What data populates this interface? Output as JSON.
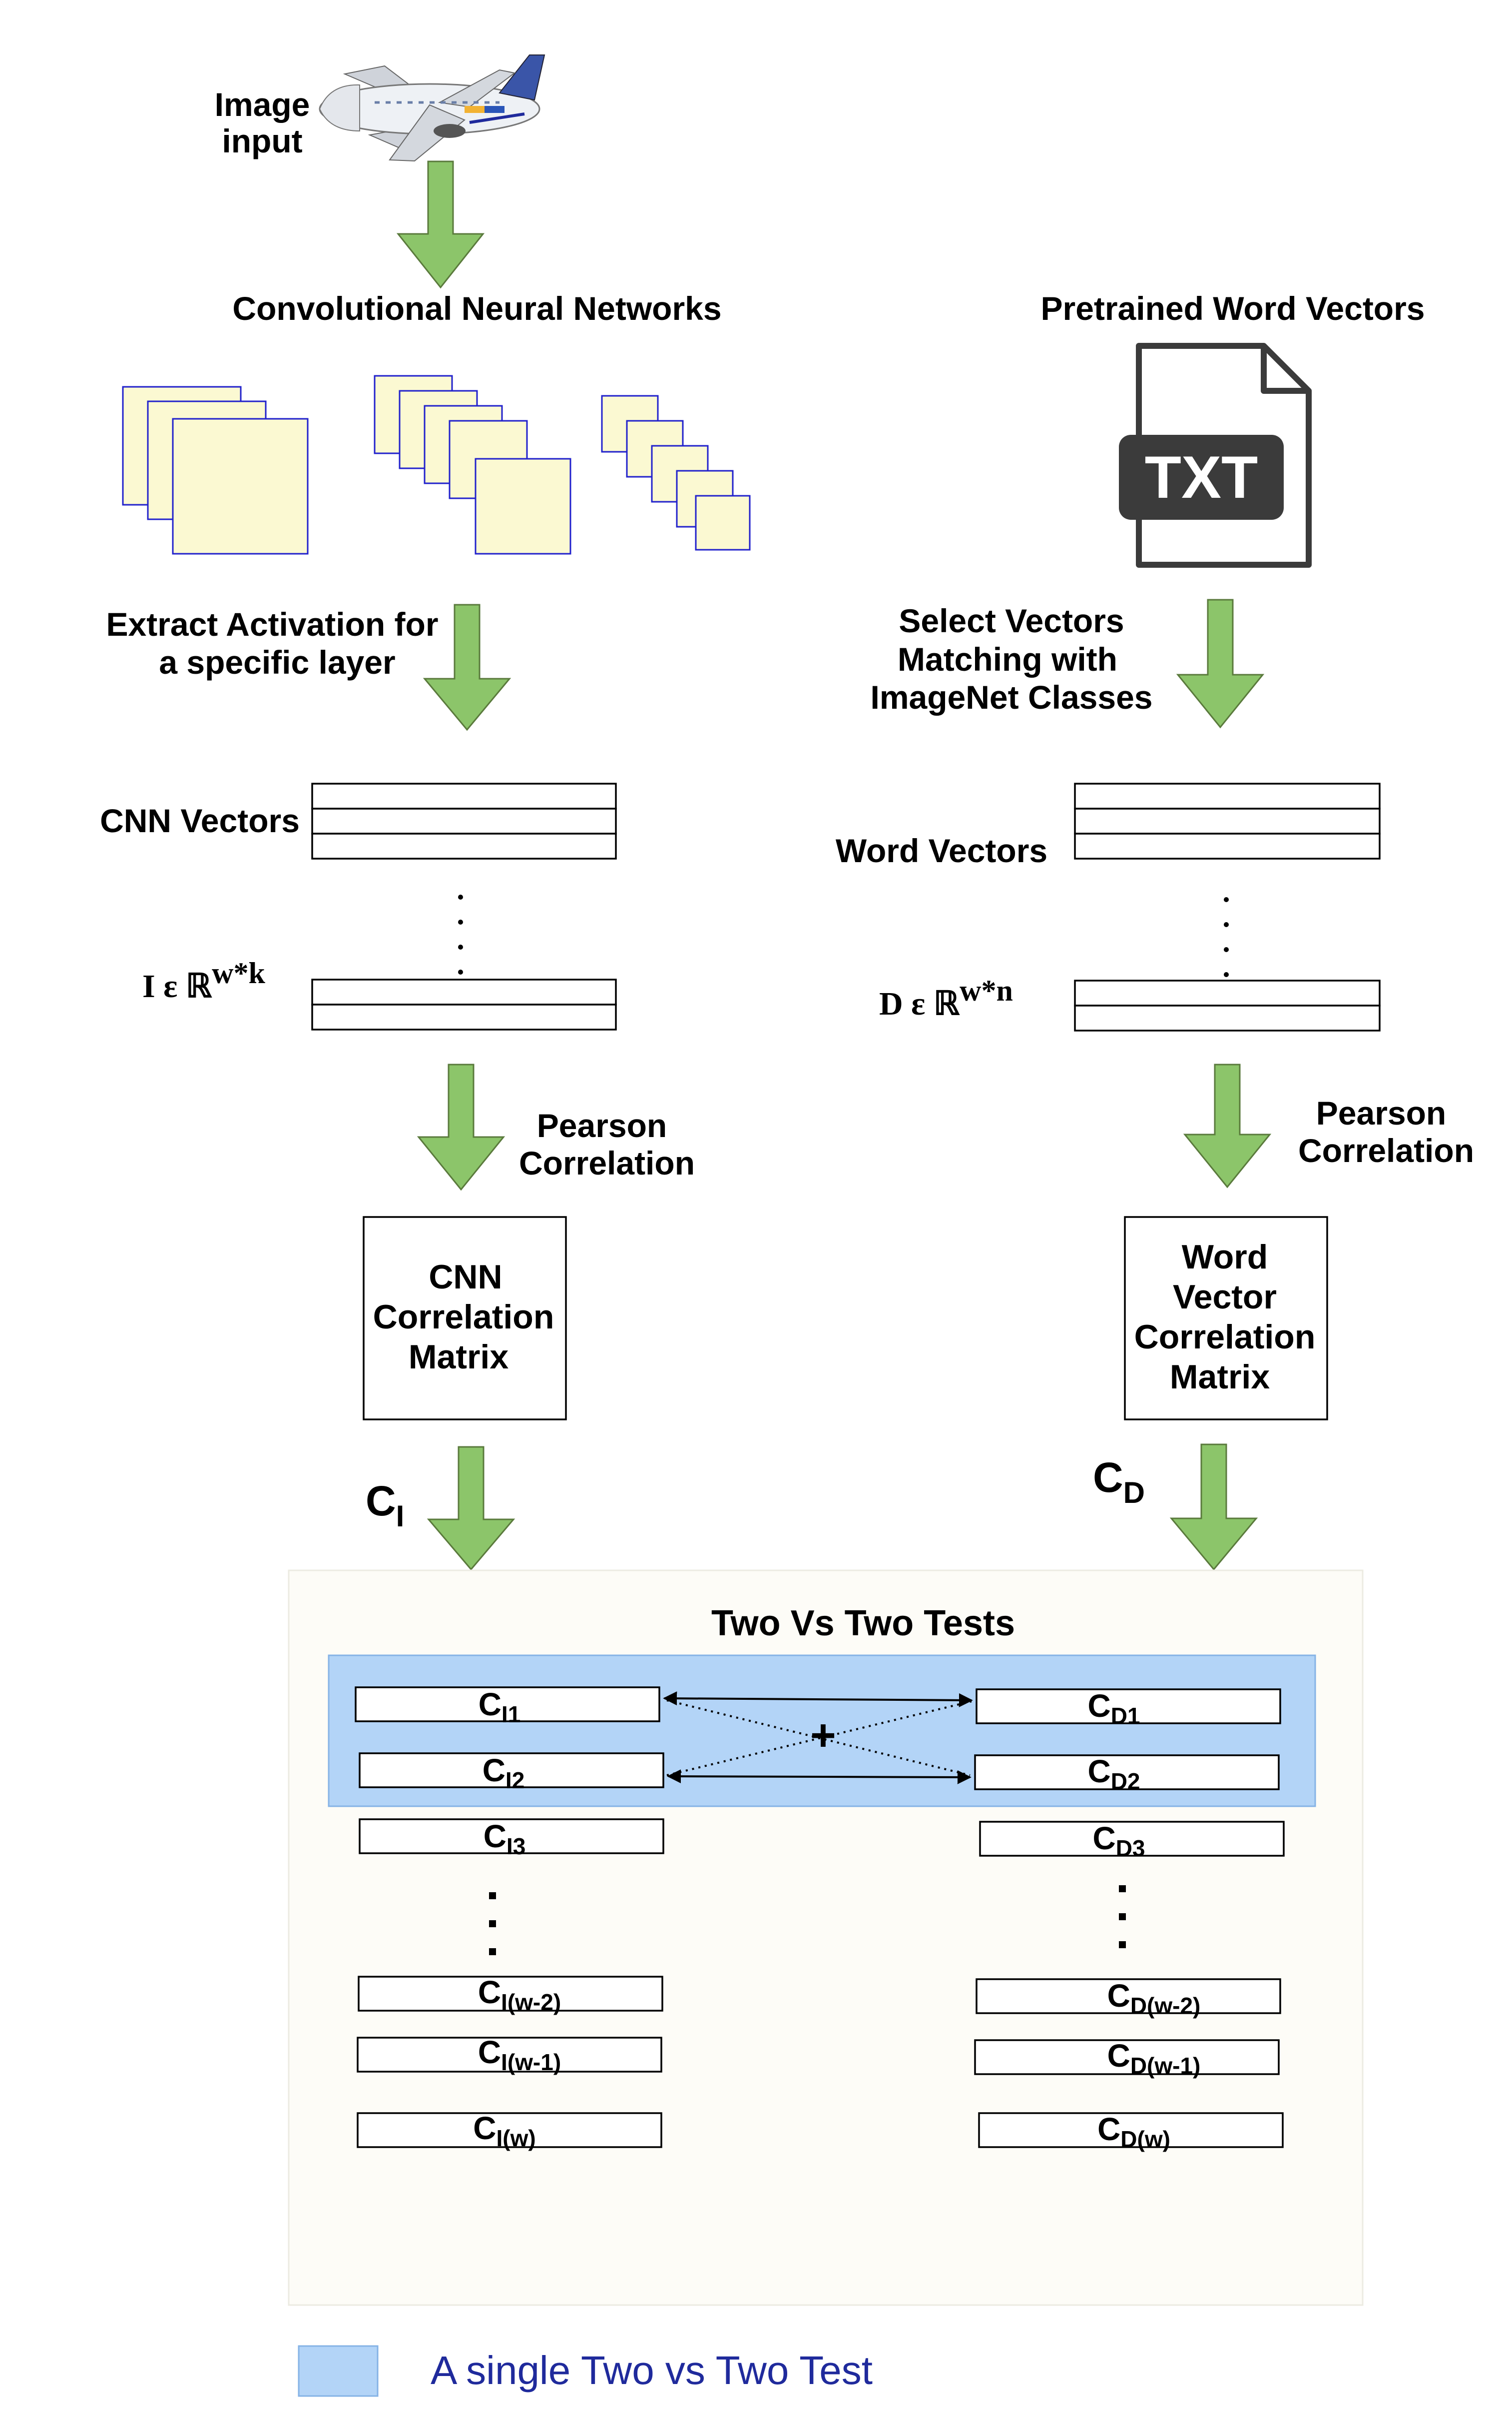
{
  "colors": {
    "arrow_fill": "#8cc56a",
    "feature_map_fill": "#fbf9d2",
    "feature_map_border": "#2222cc",
    "test_panel_bg": "#fdfcf7",
    "highlight_fill": "#b3d4f7",
    "legend_text": "#1f2a9c"
  },
  "left": {
    "input_label_line1": "Image",
    "input_label_line2": "input",
    "cnn_title": "Convolutional Neural Networks",
    "extract_line1": "Extract Activation for",
    "extract_line2": "a specific layer",
    "vectors_label": "CNN Vectors",
    "matrix_base": "I ε ℝ",
    "matrix_sup": "w*k",
    "pearson_line1": "Pearson",
    "pearson_line2": "Correlation",
    "box_line1": "CNN",
    "box_line2": "Correlation",
    "box_line3": "Matrix",
    "out_base": "C",
    "out_sub": "I"
  },
  "right": {
    "title": "Pretrained Word Vectors",
    "file_icon_text": "TXT",
    "select_line1": "Select Vectors",
    "select_line2": "Matching with",
    "select_line3": "ImageNet Classes",
    "vectors_label": "Word Vectors",
    "matrix_base": "D ε ℝ",
    "matrix_sup": "w*n",
    "pearson_line1": "Pearson",
    "pearson_line2": "Correlation",
    "box_line1": "Word",
    "box_line2": "Vector",
    "box_line3": "Correlation",
    "box_line4": "Matrix",
    "out_base": "C",
    "out_sub": "D"
  },
  "tests": {
    "title": "Two Vs Two Tests",
    "plus": "+",
    "left_rows": [
      {
        "base": "C",
        "sub": "I1"
      },
      {
        "base": "C",
        "sub": "I2"
      },
      {
        "base": "C",
        "sub": "I3"
      },
      {
        "base": "C",
        "sub": "I(w-2)"
      },
      {
        "base": "C",
        "sub": "I(w-1)"
      },
      {
        "base": "C",
        "sub": "I(w)"
      }
    ],
    "right_rows": [
      {
        "base": "C",
        "sub": "D1"
      },
      {
        "base": "C",
        "sub": "D2"
      },
      {
        "base": "C",
        "sub": "D3"
      },
      {
        "base": "C",
        "sub": "D(w-2)"
      },
      {
        "base": "C",
        "sub": "D(w-1)"
      },
      {
        "base": "C",
        "sub": "D(w)"
      }
    ]
  },
  "legend": {
    "label": "A single Two vs Two Test"
  },
  "icons": {
    "airplane": "airplane-icon",
    "text_file": "txt-file-icon"
  }
}
